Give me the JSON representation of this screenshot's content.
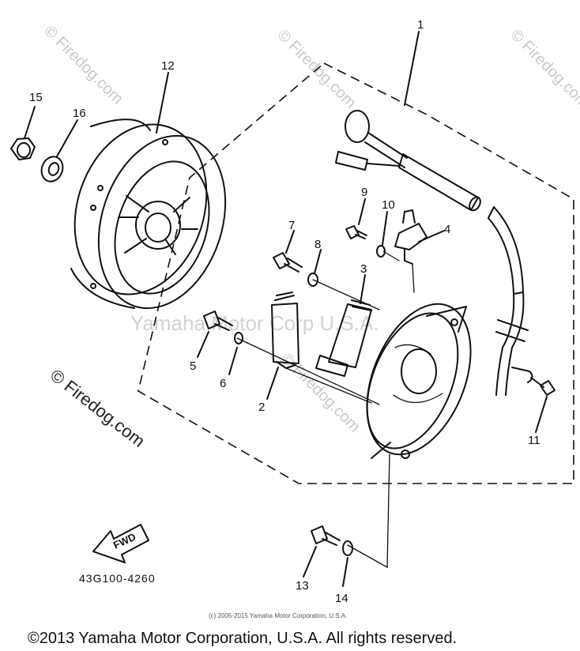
{
  "parts": [
    {
      "id": "1",
      "label": "1"
    },
    {
      "id": "2",
      "label": "2"
    },
    {
      "id": "3",
      "label": "3"
    },
    {
      "id": "4",
      "label": "4"
    },
    {
      "id": "5",
      "label": "5"
    },
    {
      "id": "6",
      "label": "6"
    },
    {
      "id": "7",
      "label": "7"
    },
    {
      "id": "8",
      "label": "8"
    },
    {
      "id": "9",
      "label": "9"
    },
    {
      "id": "10",
      "label": "10"
    },
    {
      "id": "11",
      "label": "11"
    },
    {
      "id": "12",
      "label": "12"
    },
    {
      "id": "13",
      "label": "13"
    },
    {
      "id": "14",
      "label": "14"
    },
    {
      "id": "15",
      "label": "15"
    },
    {
      "id": "16",
      "label": "16"
    }
  ],
  "fwd_label": "FWD",
  "drawing_code": "43G100-4260",
  "watermark_main": "© Firedog.com",
  "watermark_small": "© Firedog.com",
  "watermark_center": "Yamaha Motor Corp U.S.A.",
  "small_copyright": "(c) 2005-2015 Yamaha Motor Corporation, U.S.A.",
  "footer_copyright": "©2013 Yamaha Motor Corporation, U.S.A. All rights reserved."
}
